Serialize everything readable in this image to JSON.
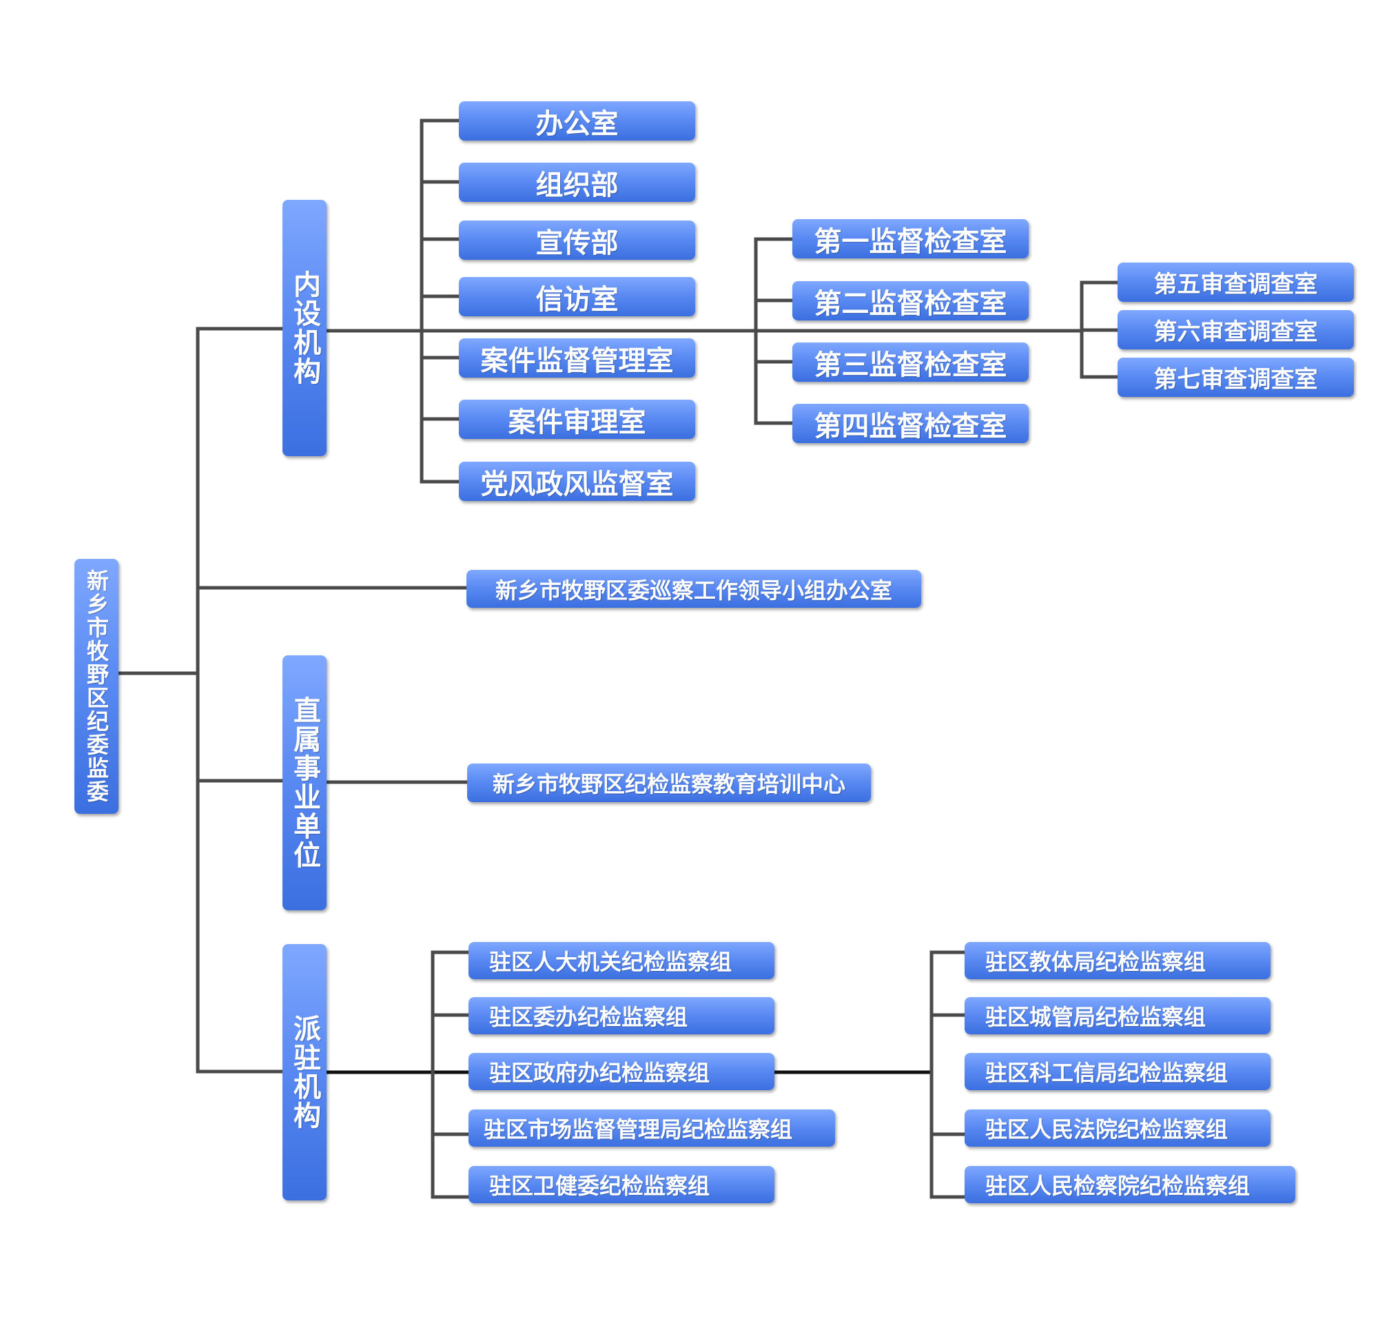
{
  "root": {
    "label": "新乡市牧野区纪委监委"
  },
  "branches": {
    "neishe": {
      "label": "内设机构",
      "left_items": [
        "办公室",
        "组织部",
        "宣传部",
        "信访室",
        "案件监督管理室",
        "案件审理室",
        "党风政风监督室"
      ],
      "middle_items": [
        "第一监督检查室",
        "第二监督检查室",
        "第三监督检查室",
        "第四监督检查室"
      ],
      "right_items": [
        "第五审查调查室",
        "第六审查调查室",
        "第七审查调查室"
      ]
    },
    "xuncha": {
      "label": "新乡市牧野区委巡察工作领导小组办公室"
    },
    "zhishu": {
      "label": "直属事业单位",
      "item": "新乡市牧野区纪检监察教育培训中心"
    },
    "paizhu": {
      "label": "派驻机构",
      "left_items": [
        "驻区人大机关纪检监察组",
        "驻区委办纪检监察组",
        "驻区政府办纪检监察组",
        "驻区市场监督管理局纪检监察组",
        "驻区卫健委纪检监察组"
      ],
      "right_items": [
        "驻区教体局纪检监察组",
        "驻区城管局纪检监察组",
        "驻区科工信局纪检监察组",
        "驻区人民法院纪检监察组",
        "驻区人民检察院纪检监察组"
      ]
    }
  }
}
